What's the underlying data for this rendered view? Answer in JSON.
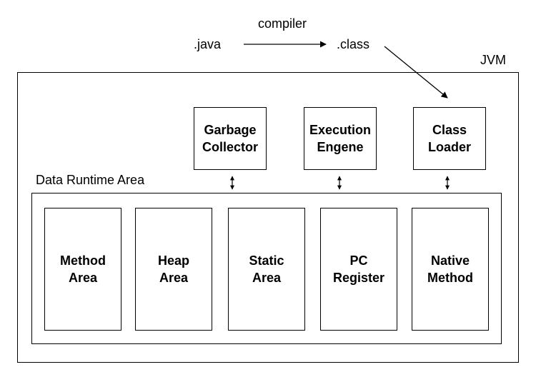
{
  "compile": {
    "source_label": ".java",
    "compiler_label": "compiler",
    "output_label": ".class"
  },
  "jvm": {
    "label": "JVM",
    "components": [
      {
        "line1": "Garbage",
        "line2": "Collector"
      },
      {
        "line1": "Execution",
        "line2": "Engene"
      },
      {
        "line1": "Class",
        "line2": "Loader"
      }
    ],
    "runtime_area": {
      "label": "Data Runtime Area",
      "regions": [
        {
          "line1": "Method",
          "line2": "Area"
        },
        {
          "line1": "Heap",
          "line2": "Area"
        },
        {
          "line1": "Static",
          "line2": "Area"
        },
        {
          "line1": "PC",
          "line2": "Register"
        },
        {
          "line1": "Native",
          "line2": "Method"
        }
      ]
    }
  }
}
